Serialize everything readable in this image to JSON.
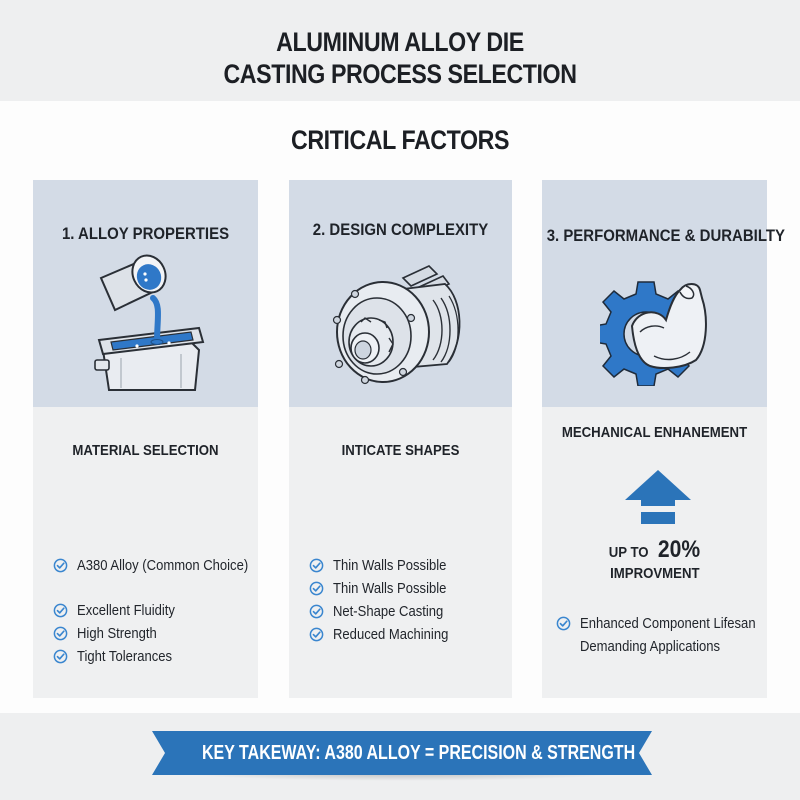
{
  "header": {
    "title_line1": "ALUMINUM ALLOY DIE",
    "title_line2": "CASTING PROCESS SELECTION"
  },
  "section": {
    "title": "CRITICAL FACTORS"
  },
  "panels": [
    {
      "heading": "1. ALLOY PROPERTIES",
      "icon": "ladle-pouring-molten-metal-icon",
      "sub_heading": "MATERIAL SELECTION",
      "items_group1": [
        "A380 Alloy (Common Choice)"
      ],
      "items_group2": [
        "Excellent Fluidity",
        "High Strength",
        "Tight Tolerances"
      ]
    },
    {
      "heading": "2. DESIGN COMPLEXITY",
      "icon": "cast-metal-part-icon",
      "sub_heading": "INTICATE SHAPES",
      "items": [
        "Thin Walls Possible",
        "Thin Walls Possible",
        "Net-Shape Casting",
        "Reduced Machining"
      ]
    },
    {
      "heading": "3. PERFORMANCE & DURABILTY",
      "icon": "gear-with-flexed-arm-icon",
      "sub_heading": "MECHANICAL ENHANEMENT",
      "arrow_icon": "up-arrow-icon",
      "improvement_prefix": "UP TO",
      "improvement_value": "20%",
      "improvement_label": "IMPROVMENT",
      "items": [
        "Enhanced Component Lifesan"
      ],
      "items_continuation": "Demanding Applications"
    }
  ],
  "footer": {
    "takeaway": "KEY TAKEWAY: A380 ALLOY = PRECISION & STRENGTH"
  },
  "colors": {
    "accent_blue": "#2b74b9",
    "panel_top_bg": "#d3dbe6",
    "panel_bottom_bg": "#eff0f1",
    "band_bg": "#eeeff0",
    "text_dark": "#1f2329",
    "check_blue": "#3a86cf"
  }
}
